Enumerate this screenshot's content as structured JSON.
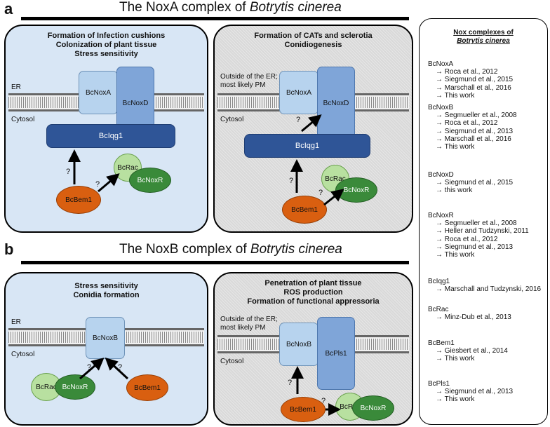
{
  "panel_a": {
    "letter": "a",
    "title_prefix": "The NoxA complex of ",
    "title_species": "Botrytis cinerea",
    "left_cell": {
      "header": [
        "Formation of Infection cushions",
        "Colonization of plant tissue",
        "Stress sensitivity"
      ],
      "er_label": "ER",
      "cytosol_label": "Cytosol",
      "noxa": "BcNoxA",
      "noxd": "BcNoxD",
      "iqg": "BcIqg1",
      "rac": "BcRac",
      "noxr": "BcNoxR",
      "bem": "BcBem1",
      "q1": "?",
      "q2": "?"
    },
    "right_cell": {
      "header": [
        "Formation of CATs and sclerotia",
        "Conidiogenesis"
      ],
      "outside_label": [
        "Outside of the ER;",
        "most likely PM"
      ],
      "cytosol_label": "Cytosol",
      "noxa": "BcNoxA",
      "noxd": "BcNoxD",
      "iqg": "BcIqg1",
      "rac": "BcRac",
      "noxr": "BcNoxR",
      "bem": "BcBem1",
      "q1": "?",
      "q2": "?",
      "q3": "?"
    }
  },
  "panel_b": {
    "letter": "b",
    "title_prefix": "The NoxB complex of ",
    "title_species": "Botrytis cinerea",
    "left_cell": {
      "header": [
        "Stress sensitivity",
        "Conidia formation"
      ],
      "er_label": "ER",
      "cytosol_label": "Cytosol",
      "noxb": "BcNoxB",
      "rac": "BcRac",
      "noxr": "BcNoxR",
      "bem": "BcBem1",
      "q1": "?",
      "q2": "?"
    },
    "right_cell": {
      "header": [
        "Penetration of plant tissue",
        "ROS production",
        "Formation of functional appressoria"
      ],
      "outside_label": [
        "Outside of the ER;",
        "most likely PM"
      ],
      "cytosol_label": "Cytosol",
      "noxb": "BcNoxB",
      "pls1": "BcPls1",
      "rac": "BcRac",
      "noxr": "BcNoxR",
      "bem": "BcBem1",
      "q1": "?",
      "q2": "?"
    }
  },
  "references": {
    "title_line1": "Nox complexes of",
    "title_line2": "Botrytis cinerea",
    "groups": [
      {
        "name": "BcNoxA",
        "refs": [
          "→ Roca et al., 2012",
          "→ Siegmund et al., 2015",
          "→ Marschall et al., 2016",
          "→ This work"
        ]
      },
      {
        "name": "BcNoxB",
        "refs": [
          "→ Segmueller et al., 2008",
          "→ Roca et al., 2012",
          "→ Siegmund et al., 2013",
          "→ Marschall et al., 2016",
          "→ This work"
        ]
      },
      {
        "name": "BcNoxD",
        "refs": [
          "→ Siegmund et al., 2015",
          "→ this work"
        ]
      },
      {
        "name": "BcNoxR",
        "refs": [
          "→ Segmueller et al., 2008",
          "→ Heller and Tudzynski, 2011",
          "→ Roca et al., 2012",
          "→ Siegmund et al., 2013",
          "→ This work"
        ]
      },
      {
        "name": "BcIqg1",
        "refs": [
          "→ Marschall and Tudzynski, 2016"
        ]
      },
      {
        "name": "BcRac",
        "refs": [
          "→ Minz-Dub et al., 2013"
        ]
      },
      {
        "name": "BcBem1",
        "refs": [
          "→ Giesbert et al., 2014",
          "→ This work"
        ]
      },
      {
        "name": "BcPls1",
        "refs": [
          "→ Siegmund et al., 2013",
          "→ This work"
        ]
      }
    ]
  },
  "colors": {
    "blue_cell": "#d8e6f5",
    "gray_cell": "#d9d9d9",
    "nox_light": "#b7d3ee",
    "nox_mid": "#7fa5d8",
    "iqg_dark": "#2f5597",
    "rac_green": "#b8e0a0",
    "noxr_green": "#3a8a3a",
    "bem_orange": "#d95f10"
  }
}
